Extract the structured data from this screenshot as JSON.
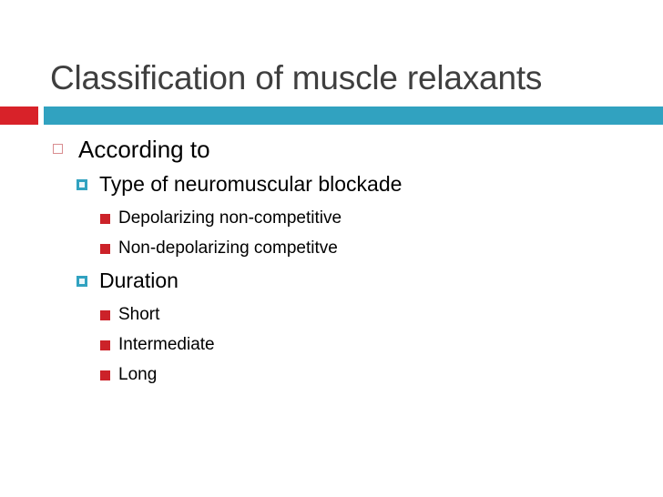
{
  "slide": {
    "title": "Classification of muscle relaxants",
    "title_color": "#3f3f3f",
    "background_color": "#ffffff",
    "accent_red": "#d82229",
    "accent_teal": "#31a2c0",
    "bullet_red": "#cc2229",
    "bullet_outline_pink": "#d98d90"
  },
  "outline": [
    {
      "level": 1,
      "bullet": "hollow-square-bullet",
      "text": "According to"
    },
    {
      "level": 2,
      "bullet": "teal-square-bullet",
      "text": "Type of neuromuscular blockade"
    },
    {
      "level": 3,
      "bullet": "red-square-bullet",
      "text": "Depolarizing non-competitive"
    },
    {
      "level": 3,
      "bullet": "red-square-bullet",
      "text": "Non-depolarizing competitve"
    },
    {
      "level": 2,
      "bullet": "teal-square-bullet",
      "text": "Duration"
    },
    {
      "level": 3,
      "bullet": "red-square-bullet",
      "text": "Short"
    },
    {
      "level": 3,
      "bullet": "red-square-bullet",
      "text": "Intermediate"
    },
    {
      "level": 3,
      "bullet": "red-square-bullet",
      "text": "Long"
    }
  ]
}
